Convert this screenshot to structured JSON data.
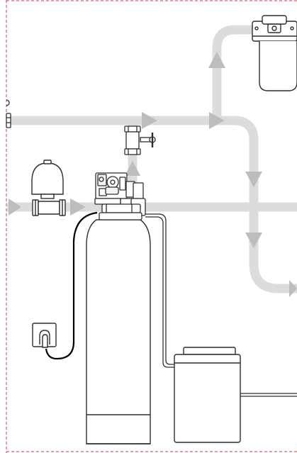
{
  "diagram": {
    "type": "water-softener-installation-schematic",
    "has_visible_text": false,
    "colors": {
      "background": "#ffffff",
      "pipe": "#dcdcdc",
      "arrow": "#bdbdbd",
      "component_fill": "#ffffff",
      "component_stroke": "#2e2e2e",
      "light_fill": "#f3f3f3",
      "border_dash": "#e0384d",
      "power_cable": "#000000"
    },
    "components": [
      {
        "id": "pressure-tank",
        "icon": "expansion-tank-icon"
      },
      {
        "id": "inlet-valve",
        "icon": "inline-valve-icon"
      },
      {
        "id": "bypass-valve",
        "icon": "bypass-valve-icon"
      },
      {
        "id": "control-head",
        "icon": "softener-control-valve-icon"
      },
      {
        "id": "mineral-tank",
        "icon": "resin-tank-icon"
      },
      {
        "id": "brine-tank",
        "icon": "brine-tank-icon"
      },
      {
        "id": "cartridge-filter",
        "icon": "filter-housing-icon"
      },
      {
        "id": "power-outlet",
        "icon": "wall-outlet-icon"
      }
    ],
    "flow_arrows": [
      {
        "id": "main-line-arrow-1",
        "direction": "right"
      },
      {
        "id": "main-line-arrow-2",
        "direction": "right"
      },
      {
        "id": "riser-arrow",
        "direction": "up"
      },
      {
        "id": "bypass-arrow",
        "direction": "up"
      },
      {
        "id": "inlet-arrow-1",
        "direction": "right"
      },
      {
        "id": "inlet-arrow-2",
        "direction": "right"
      },
      {
        "id": "drop-arrow-1",
        "direction": "down"
      },
      {
        "id": "drop-arrow-2",
        "direction": "down"
      },
      {
        "id": "outlet-arrow",
        "direction": "right"
      }
    ]
  }
}
